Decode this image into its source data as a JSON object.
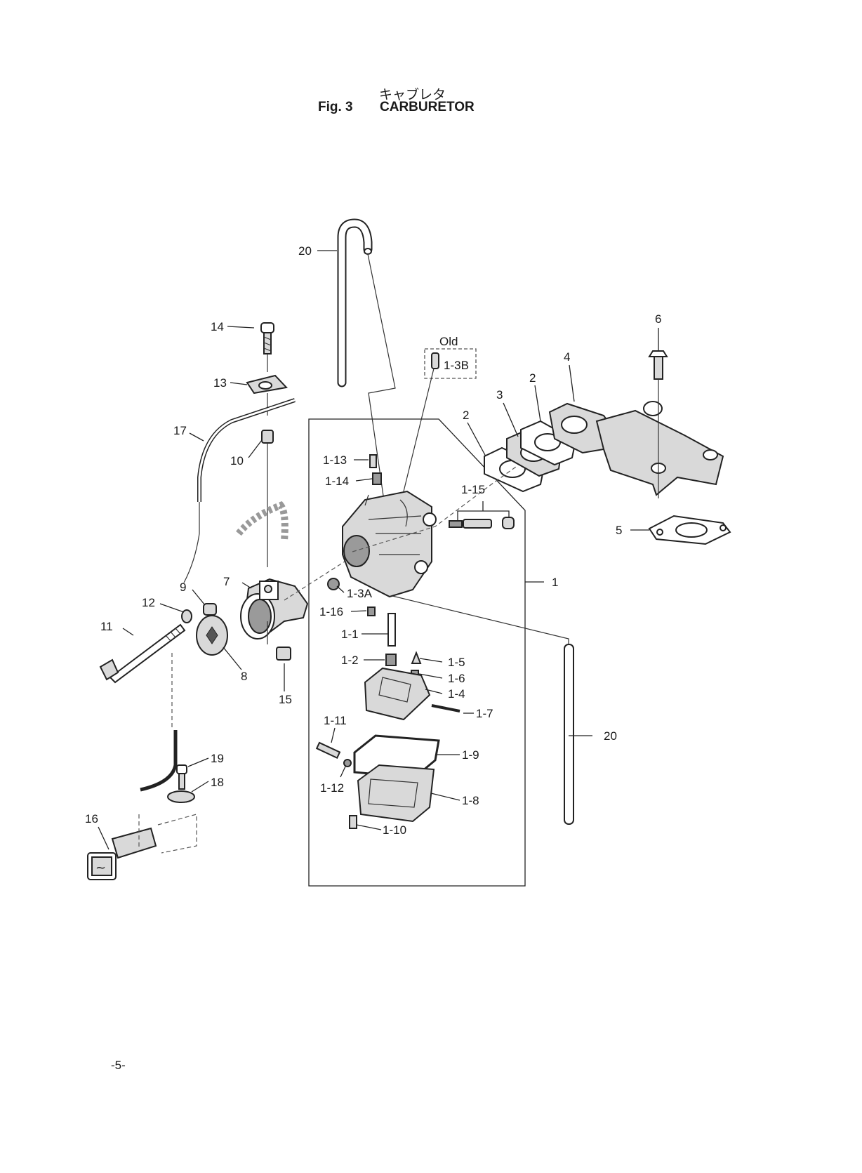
{
  "header": {
    "title_jp": "キャブレタ",
    "fig_label": "Fig. 3",
    "title": "CARBURETOR"
  },
  "labels": {
    "l20a": "20",
    "l14": "14",
    "l13": "13",
    "l17": "17",
    "l10": "10",
    "l9": "9",
    "l7": "7",
    "l12": "12",
    "l11": "11",
    "l8": "8",
    "l15": "15",
    "l19": "19",
    "l18": "18",
    "l16": "16",
    "lOld": "Old",
    "l1_3B": "1-3B",
    "l1_13": "1-13",
    "l1_14": "1-14",
    "l1_15": "1-15",
    "l1_3A": "1-3A",
    "l1_16": "1-16",
    "l1_1": "1-1",
    "l1_2": "1-2",
    "l1_5": "1-5",
    "l1_6": "1-6",
    "l1_4": "1-4",
    "l1_7": "1-7",
    "l1_11": "1-11",
    "l1_9": "1-9",
    "l1_12": "1-12",
    "l1_8": "1-8",
    "l1_10": "1-10",
    "l1": "1",
    "l20b": "20",
    "l2a": "2",
    "l2b": "2",
    "l3": "3",
    "l4": "4",
    "l6": "6",
    "l5": "5"
  },
  "footer": {
    "page_number": "-5-"
  }
}
